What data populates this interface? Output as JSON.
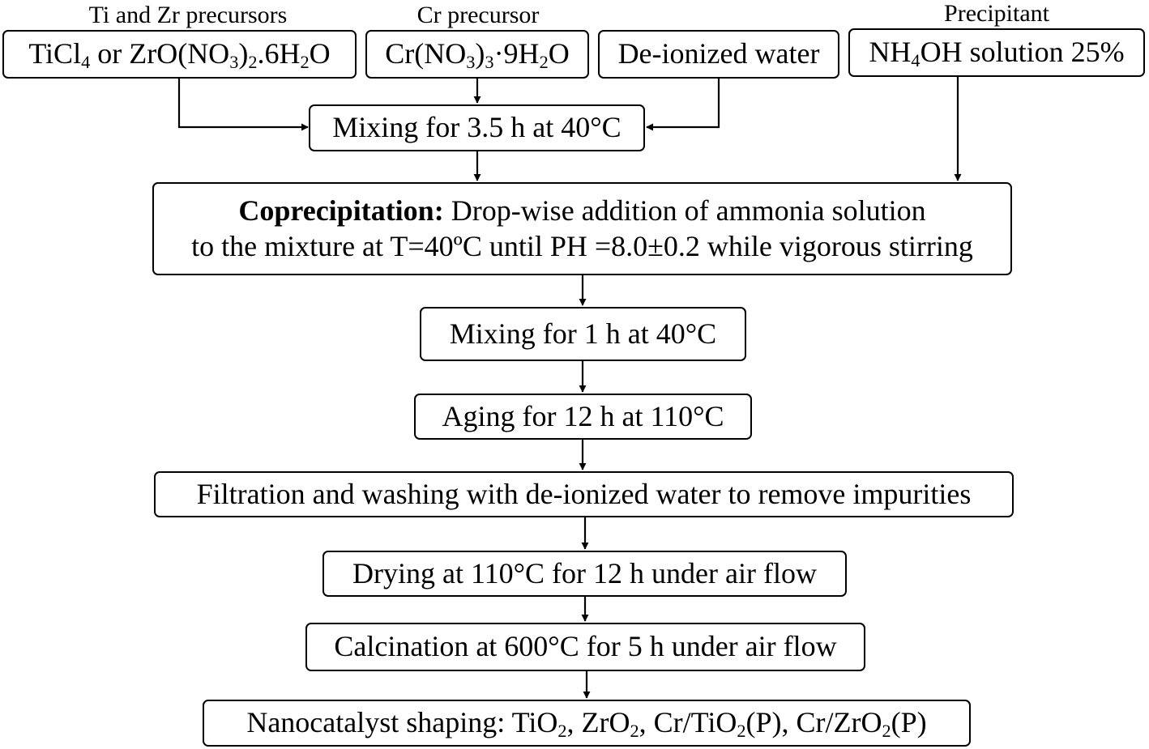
{
  "labels": {
    "ti_zr": "Ti and Zr precursors",
    "cr": "Cr precursor",
    "precipitant": "Precipitant"
  },
  "inputs": {
    "ti_zr_pre": "TiCl",
    "ti_zr_sub1": "4",
    "ti_zr_mid": " or ZrO(NO",
    "ti_zr_sub2": "3",
    "ti_zr_mid2": ")",
    "ti_zr_sub3": "2",
    "ti_zr_mid3": ".6H",
    "ti_zr_sub4": "2",
    "ti_zr_post": "O",
    "cr_pre": "Cr(NO",
    "cr_sub1": "3",
    "cr_mid": ")",
    "cr_sub2": "3",
    "cr_mid2": "·9H",
    "cr_sub3": "2",
    "cr_post": "O",
    "water": "De-ionized water",
    "nh4_pre": "NH",
    "nh4_sub": "4",
    "nh4_post": "OH solution 25%"
  },
  "steps": {
    "mixing1": "Mixing for 3.5 h at 40°C",
    "copre_bold": "Coprecipitation:",
    "copre_line1": " Drop-wise addition of ammonia solution",
    "copre_line2": "to the mixture at T=40ºC until PH =8.0±0.2 while vigorous stirring",
    "mixing2": "Mixing for 1 h at 40°C",
    "aging": "Aging for 12 h at 110°C",
    "filtration": "Filtration and washing with de-ionized water to remove impurities",
    "drying": "Drying at 110°C for 12 h under air flow",
    "calcination": "Calcination at 600°C for 5 h under air flow",
    "shaping_a": "Nanocatalyst shaping: TiO",
    "shaping_s1": "2",
    "shaping_b": ", ZrO",
    "shaping_s2": "2",
    "shaping_c": ", Cr/TiO",
    "shaping_s3": "2",
    "shaping_d": "(P), Cr/ZrO",
    "shaping_s4": "2",
    "shaping_e": "(P)"
  }
}
